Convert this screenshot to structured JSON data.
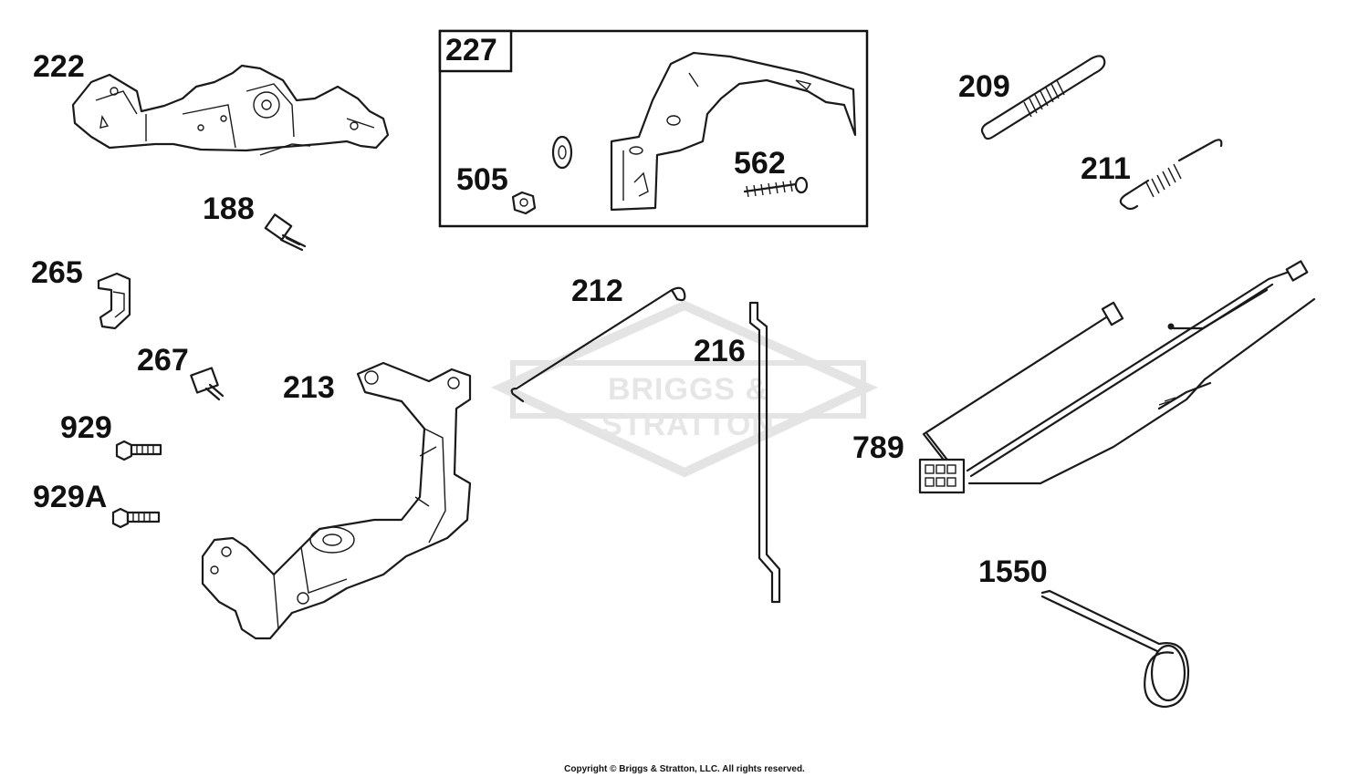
{
  "labels": {
    "p222": "222",
    "p227": "227",
    "p505": "505",
    "p562": "562",
    "p209": "209",
    "p211": "211",
    "p188": "188",
    "p265": "265",
    "p267": "267",
    "p213": "213",
    "p212": "212",
    "p216": "216",
    "p789": "789",
    "p929": "929",
    "p929a": "929A",
    "p1550": "1550"
  },
  "watermark": "BRIGGS & STRATTON",
  "copyright": "Copyright © Briggs & Stratton, LLC. All rights reserved."
}
